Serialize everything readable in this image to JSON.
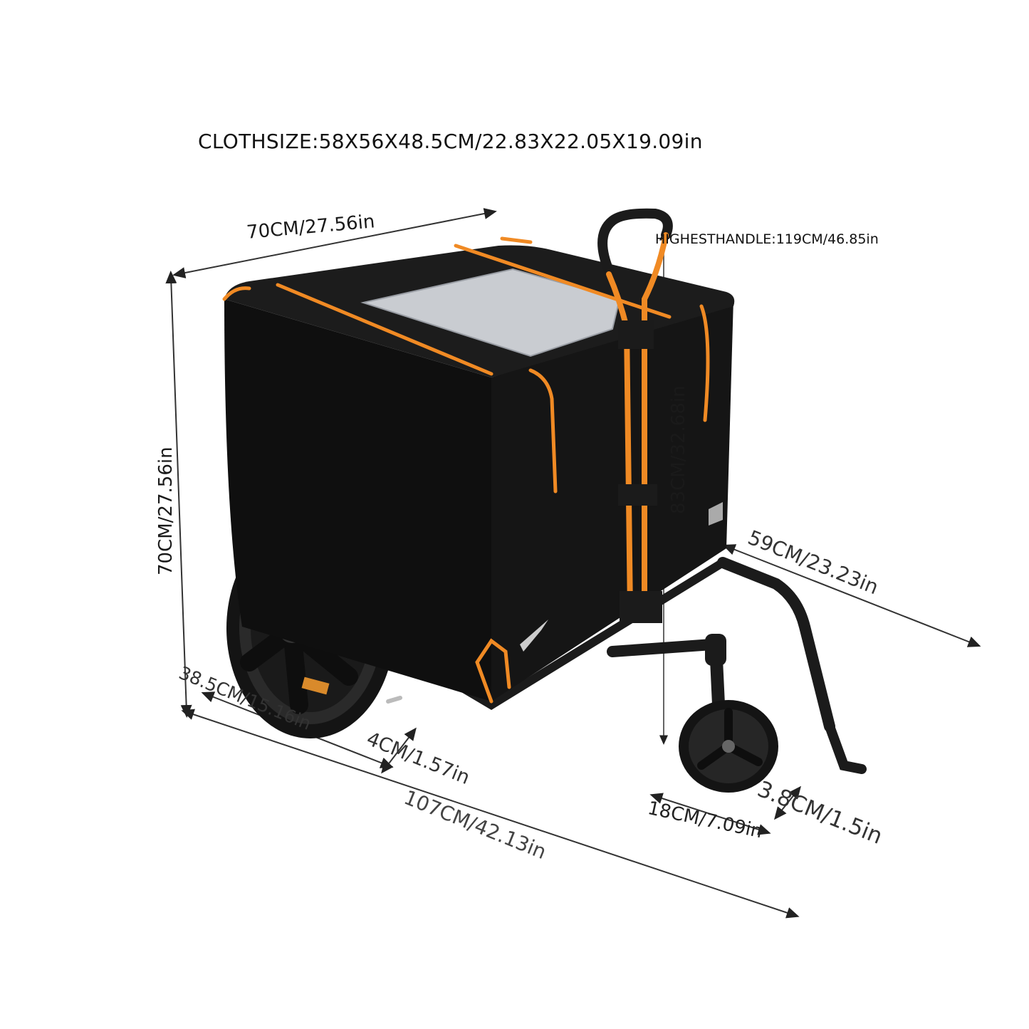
{
  "labels": {
    "cloth_size": "CLOTHSIZE:58X56X48.5CM/22.83X22.05X19.09in",
    "top_width": "70CM/27.56in",
    "highest_handle": "HIGHESTHANDLE:119CM/46.85in",
    "left_height": "70CM/27.56in",
    "mid_height": "83CM/32.68in",
    "hitch_length": "59CM/23.23in",
    "side_depth": "38.5CM/15.16in",
    "ground_clearance": "4CM/1.57in",
    "total_length": "107CM/42.13in",
    "front_wheel": "18CM/7.09in",
    "tire_width": "3.8CM/1.5in"
  },
  "colors": {
    "cover": "#111111",
    "trim": "#f08a24",
    "frame": "#1b1b1b",
    "window": "#c9ccd1"
  }
}
